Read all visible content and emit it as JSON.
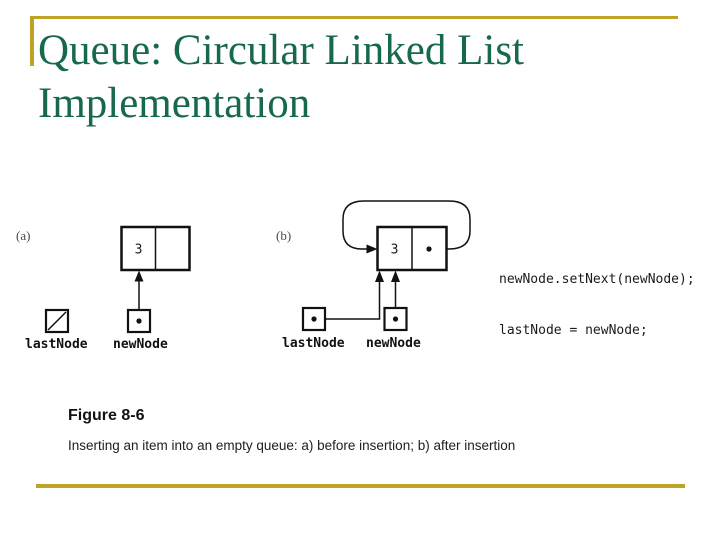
{
  "slide": {
    "title": "Queue: Circular Linked List Implementation",
    "figure_label": "Figure 8-6",
    "figure_caption": "Inserting an item into an empty queue: a) before insertion; b) after insertion"
  },
  "diagram": {
    "part_a": {
      "label": "(a)",
      "node_value": "3",
      "last_node_label": "lastNode",
      "new_node_label": "newNode",
      "last_node_state": "null-pointer (diagonal slash)",
      "new_node_state": "points to node containing 3"
    },
    "part_b": {
      "label": "(b)",
      "node_value": "3",
      "last_node_label": "lastNode",
      "new_node_label": "newNode",
      "node_next_state": "self-loop back to same node",
      "last_node_state": "points to node containing 3",
      "new_node_state": "points to node containing 3"
    },
    "code": {
      "line1": "newNode.setNext(newNode);",
      "line2": "lastNode = newNode;"
    }
  },
  "colors": {
    "accent_gold": "#BFA328",
    "title_green": "#17694E",
    "diagram_ink": "#111111"
  }
}
